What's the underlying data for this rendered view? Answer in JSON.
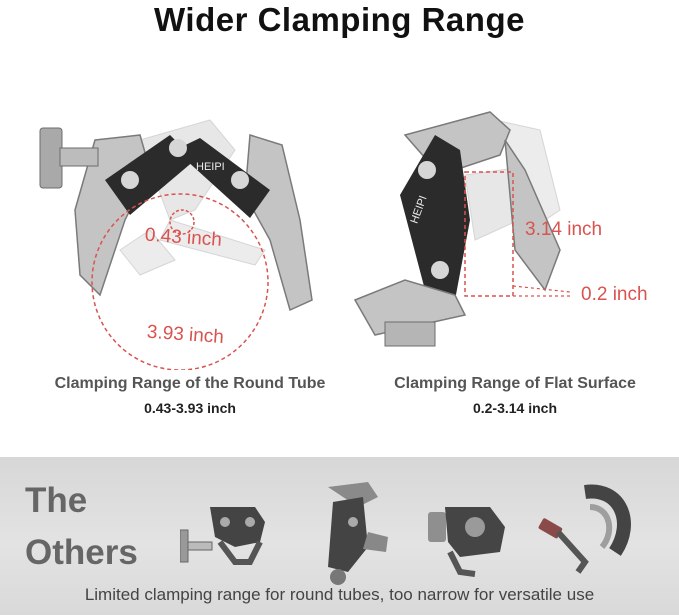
{
  "header": {
    "title": "Wider Clamping Range"
  },
  "left_panel": {
    "inner_measure": "0.43 inch",
    "outer_measure": "3.93 inch",
    "caption_title": "Clamping Range of the Round Tube",
    "caption_value": "0.43-3.93 inch",
    "brand_text": "HEIPI"
  },
  "right_panel": {
    "height_measure": "3.14 inch",
    "gap_measure": "0.2 inch",
    "caption_title": "Clamping Range of Flat Surface",
    "caption_value": "0.2-3.14 inch",
    "brand_text": "HEIPI"
  },
  "others": {
    "title_line1": "The",
    "title_line2": "Others",
    "caption": "Limited clamping range for round tubes,  too narrow for versatile use"
  },
  "colors": {
    "measure_red": "#d9534f",
    "clamp_black": "#2b2b2b",
    "metal_silver": "#c4c4c4"
  }
}
